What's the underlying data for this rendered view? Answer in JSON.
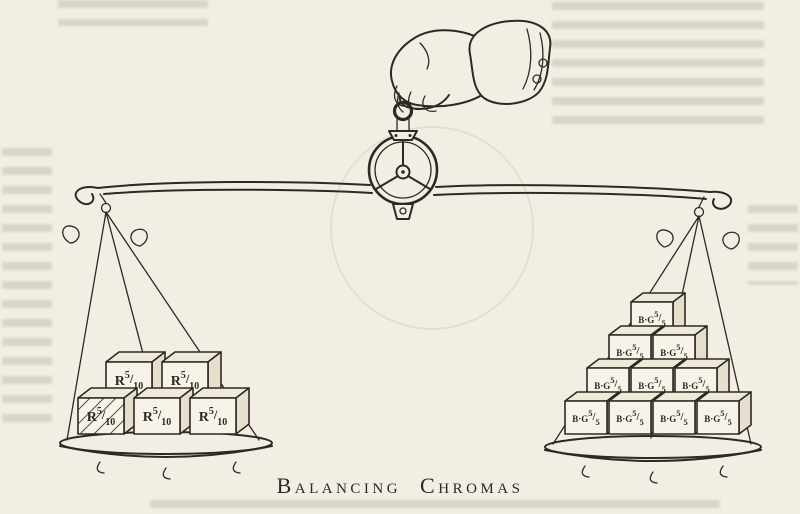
{
  "colors": {
    "paper": "#f2eee3",
    "ink": "#2e2a23",
    "block_face": "#f7f3e9",
    "bleed_gray": "#747860"
  },
  "figure": {
    "caption": "Balancing Chromas",
    "notation_slash": "/",
    "left_pan": {
      "hue": "R",
      "value": "5",
      "chroma": "10",
      "notation": "R 5/10",
      "block_count": 5,
      "rows_top_to_bottom": [
        2,
        3
      ]
    },
    "right_pan": {
      "hue": "B·G",
      "value": "5",
      "chroma": "5",
      "notation": "B·G 5/5",
      "block_count": 10,
      "rows_top_to_bottom": [
        1,
        2,
        3,
        4
      ]
    }
  }
}
